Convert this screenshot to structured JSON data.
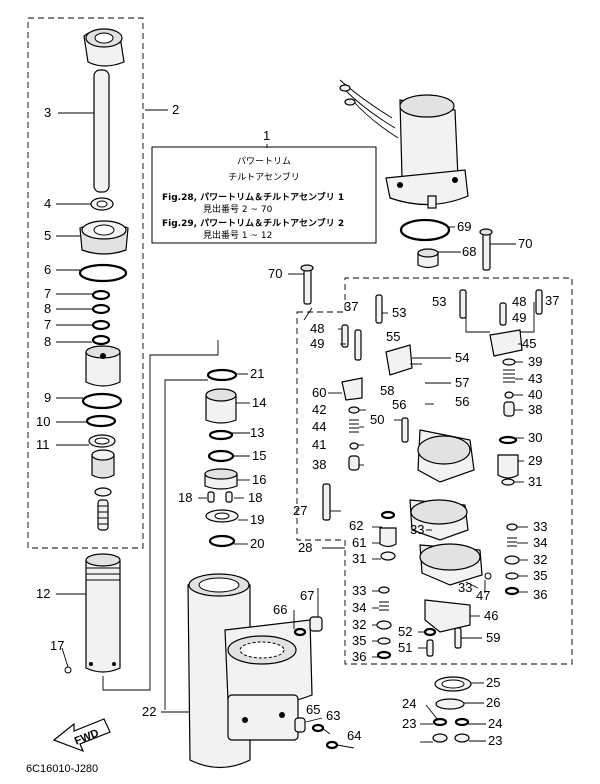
{
  "title_box": {
    "line1": "パワートリム",
    "line2": "チルトアセンブリ",
    "line3": "Fig.28, パワートリム＆チルトアセンブリ 1",
    "line4": "見出番号 2 ~ 70",
    "line5": "Fig.29, パワートリム＆チルトアセンブリ 2",
    "line6": "見出番号 1 ~ 12"
  },
  "fwd_label": "FWD",
  "drawing_code": "6C16010-J280",
  "callouts": {
    "c1": "1",
    "c2": "2",
    "c3": "3",
    "c4": "4",
    "c5": "5",
    "c6": "6",
    "c7a": "7",
    "c8a": "8",
    "c7b": "7",
    "c8b": "8",
    "c9": "9",
    "c10": "10",
    "c11": "11",
    "c12": "12",
    "c13": "13",
    "c14": "14",
    "c15": "15",
    "c16": "16",
    "c17": "17",
    "c18a": "18",
    "c18b": "18",
    "c19": "19",
    "c20": "20",
    "c21": "21",
    "c22": "22",
    "c23a": "23",
    "c23b": "23",
    "c24a": "24",
    "c24b": "24",
    "c25": "25",
    "c26": "26",
    "c27": "27",
    "c28": "28",
    "c29": "29",
    "c30": "30",
    "c31a": "31",
    "c31b": "31",
    "c32a": "32",
    "c32b": "32",
    "c33a": "33",
    "c33b": "33",
    "c33c": "33",
    "c33d": "33",
    "c34a": "34",
    "c34b": "34",
    "c35a": "35",
    "c35b": "35",
    "c36a": "36",
    "c36b": "36",
    "c37a": "37",
    "c37b": "37",
    "c38a": "38",
    "c38b": "38",
    "c39": "39",
    "c40": "40",
    "c41": "41",
    "c42": "42",
    "c43": "43",
    "c44": "44",
    "c45": "45",
    "c46": "46",
    "c47": "47",
    "c48a": "48",
    "c48b": "48",
    "c49a": "49",
    "c49b": "49",
    "c50": "50",
    "c51": "51",
    "c52": "52",
    "c53a": "53",
    "c53b": "53",
    "c54": "54",
    "c55": "55",
    "c56a": "56",
    "c56b": "56",
    "c57": "57",
    "c58": "58",
    "c59": "59",
    "c60": "60",
    "c61": "61",
    "c62": "62",
    "c63": "63",
    "c64": "64",
    "c65": "65",
    "c66": "66",
    "c67": "67",
    "c68": "68",
    "c69": "69",
    "c70a": "70",
    "c70b": "70"
  }
}
